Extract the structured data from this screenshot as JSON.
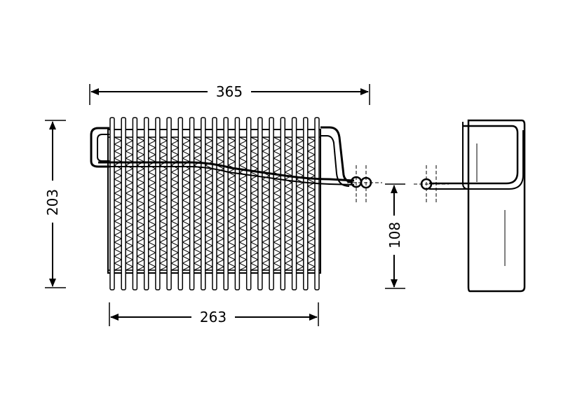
{
  "dimensions": {
    "overall_width": "365",
    "core_width": "263",
    "height": "203",
    "pipe_height": "108"
  },
  "colors": {
    "ink": "#000000",
    "background": "#ffffff"
  }
}
